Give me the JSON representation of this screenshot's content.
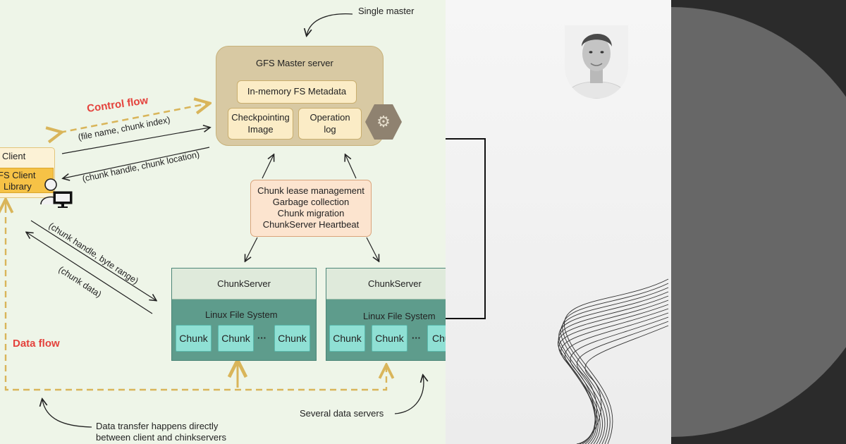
{
  "diagram": {
    "single_master": "Single master",
    "master_title": "GFS Master server",
    "metadata": "In-memory FS Metadata",
    "checkpointing": [
      "Checkpointing",
      "Image"
    ],
    "operation_log": [
      "Operation",
      "log"
    ],
    "control_flow": "Control flow",
    "data_flow": "Data flow",
    "client_title": "Client",
    "client_library": [
      "FS Client",
      "Library"
    ],
    "req1": "(file name, chunk index)",
    "req2": "(chunk handle, chunk location)",
    "req3": "(chunk handle, byte range)",
    "req4": "(chunk data)",
    "management": [
      "Chunk lease management",
      "Garbage collection",
      "Chunk migration",
      "ChunkServer Heartbeat"
    ],
    "chunkserver_label": "ChunkServer",
    "filesystem_label": "Linux File System",
    "chunk_label": "Chunk",
    "ellipsis": "···",
    "several_servers": "Several  data servers",
    "transfer_note": [
      "Data transfer happens directly",
      "between client and chinkservers"
    ]
  },
  "colors": {
    "accent_red": "#e4423c",
    "flow_gold": "#d9b55a",
    "server_teal": "#5e9c8c",
    "chunk_cyan": "#8fe0d4"
  },
  "icons": [
    "user-with-monitor-icon",
    "gears-icon"
  ]
}
